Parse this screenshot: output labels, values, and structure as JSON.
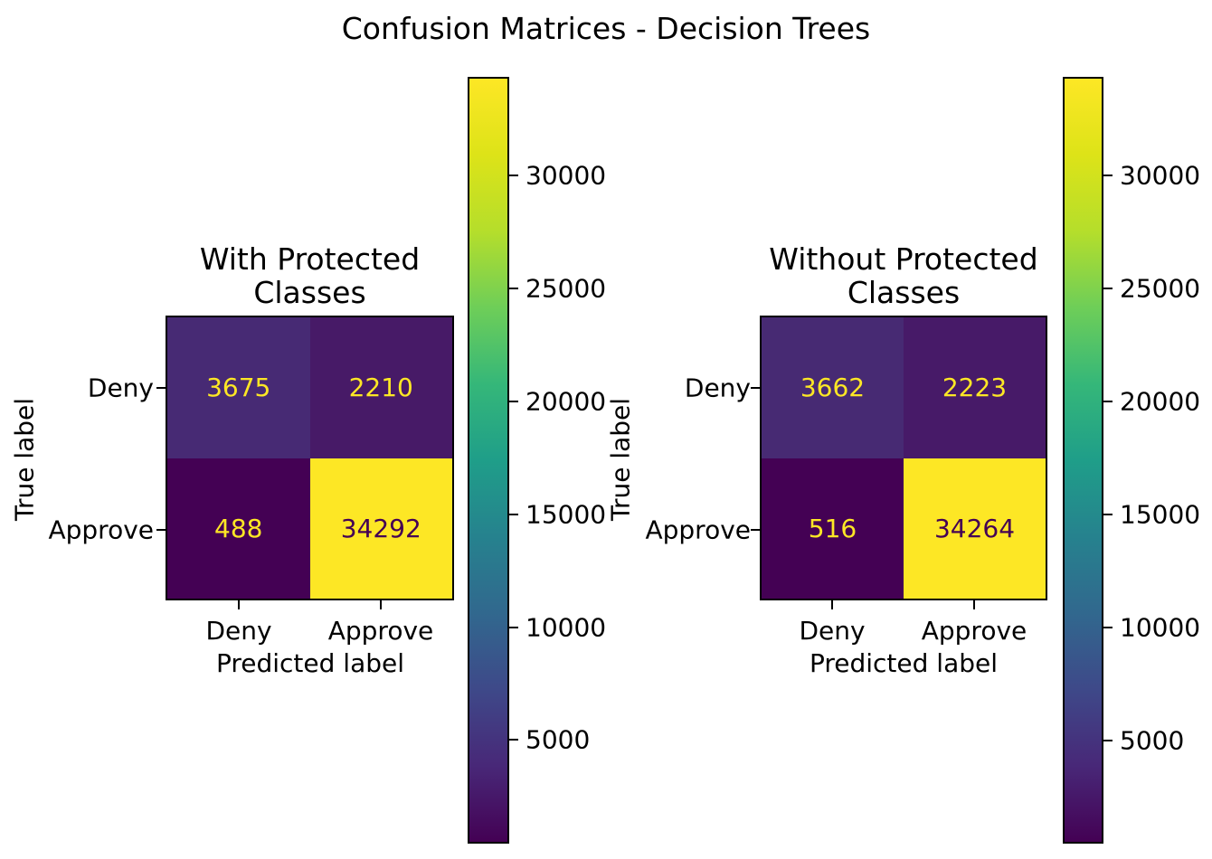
{
  "figure": {
    "title": "Confusion Matrices - Decision Trees"
  },
  "palette": {
    "annotation_light": "#fde725",
    "annotation_dark": "#440154",
    "axis_color": "#000000"
  },
  "viridis_stops": [
    "#440154",
    "#482878",
    "#3e4989",
    "#31688e",
    "#26828e",
    "#1f9e89",
    "#35b779",
    "#6ece58",
    "#b5de2b",
    "#dde318",
    "#fde725"
  ],
  "chart_data": [
    {
      "type": "heatmap",
      "title": "With Protected Classes",
      "title_lines": [
        "With Protected",
        "Classes"
      ],
      "xlabel": "Predicted label",
      "ylabel": "True label",
      "x_ticks": [
        "Deny",
        "Approve"
      ],
      "y_ticks": [
        "Deny",
        "Approve"
      ],
      "matrix": [
        [
          3675,
          2210
        ],
        [
          488,
          34292
        ]
      ],
      "vmin": 488,
      "vmax": 34292,
      "colorbar_ticks": [
        5000,
        10000,
        15000,
        20000,
        25000,
        30000
      ],
      "cells": [
        {
          "value": 3675,
          "bg": "#472a74",
          "fg": "#fde725"
        },
        {
          "value": 2210,
          "bg": "#471a67",
          "fg": "#fde725"
        },
        {
          "value": 488,
          "bg": "#440154",
          "fg": "#fde725"
        },
        {
          "value": 34292,
          "bg": "#fde725",
          "fg": "#440154"
        }
      ]
    },
    {
      "type": "heatmap",
      "title": "Without Protected Classes",
      "title_lines": [
        "Without Protected",
        "Classes"
      ],
      "xlabel": "Predicted label",
      "ylabel": "True label",
      "x_ticks": [
        "Deny",
        "Approve"
      ],
      "y_ticks": [
        "Deny",
        "Approve"
      ],
      "matrix": [
        [
          3662,
          2223
        ],
        [
          516,
          34264
        ]
      ],
      "vmin": 516,
      "vmax": 34264,
      "colorbar_ticks": [
        5000,
        10000,
        15000,
        20000,
        25000,
        30000
      ],
      "cells": [
        {
          "value": 3662,
          "bg": "#472a73",
          "fg": "#fde725"
        },
        {
          "value": 2223,
          "bg": "#471a68",
          "fg": "#fde725"
        },
        {
          "value": 516,
          "bg": "#440154",
          "fg": "#fde725"
        },
        {
          "value": 34264,
          "bg": "#fde725",
          "fg": "#440154"
        }
      ]
    }
  ]
}
